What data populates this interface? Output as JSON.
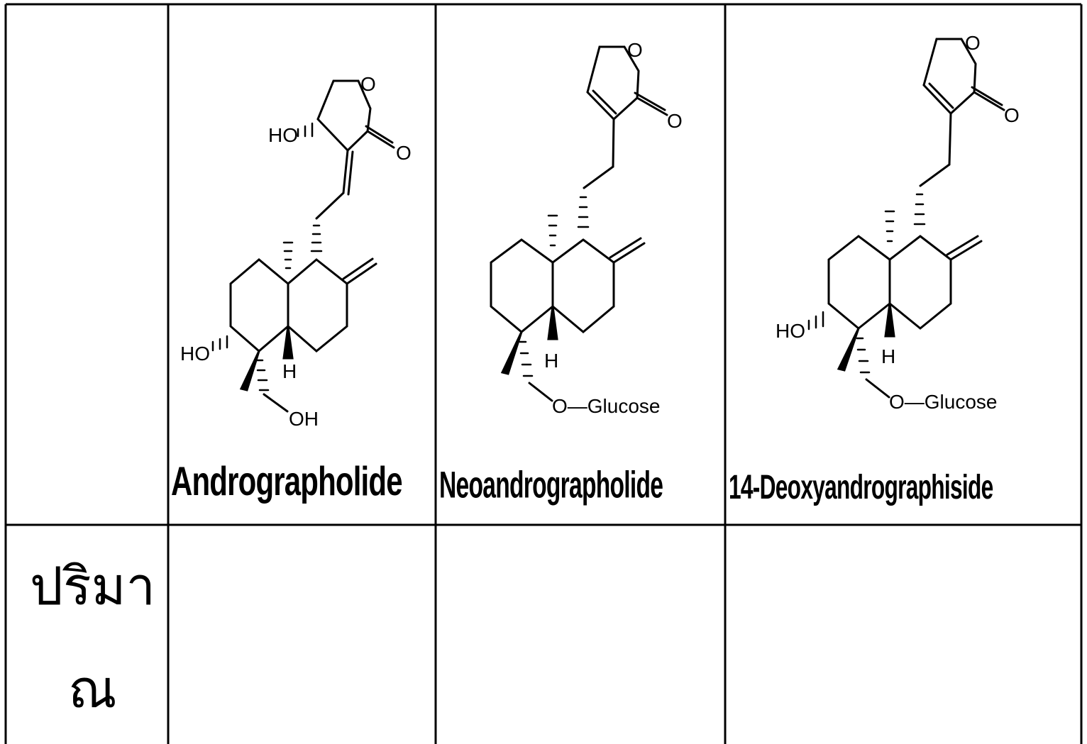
{
  "table": {
    "header_row": {
      "first_cell": "",
      "compounds": [
        {
          "name": "Andrographolide",
          "structure": {
            "hydroxy_top": "HO",
            "carbonyl_o": "O",
            "ring_o": "O",
            "hydroxy_left": "HO",
            "hydrogen": "H",
            "hydroxymethyl": "OH"
          }
        },
        {
          "name": "Neoandrographolide",
          "structure": {
            "ring_o": "O",
            "carbonyl_o": "O",
            "hydrogen": "H",
            "sugar_link": "O—Glucose"
          }
        },
        {
          "name": "14-Deoxyandrographiside",
          "structure": {
            "ring_o": "O",
            "carbonyl_o": "O",
            "hydroxy_left": "HO",
            "hydrogen": "H",
            "sugar_link": "O—Glucose"
          }
        }
      ]
    },
    "second_row": {
      "label_line1": "ปริมา",
      "label_line2": "ณ",
      "values": [
        "",
        "",
        ""
      ]
    }
  },
  "colors": {
    "line": "#000000",
    "background": "#ffffff"
  }
}
